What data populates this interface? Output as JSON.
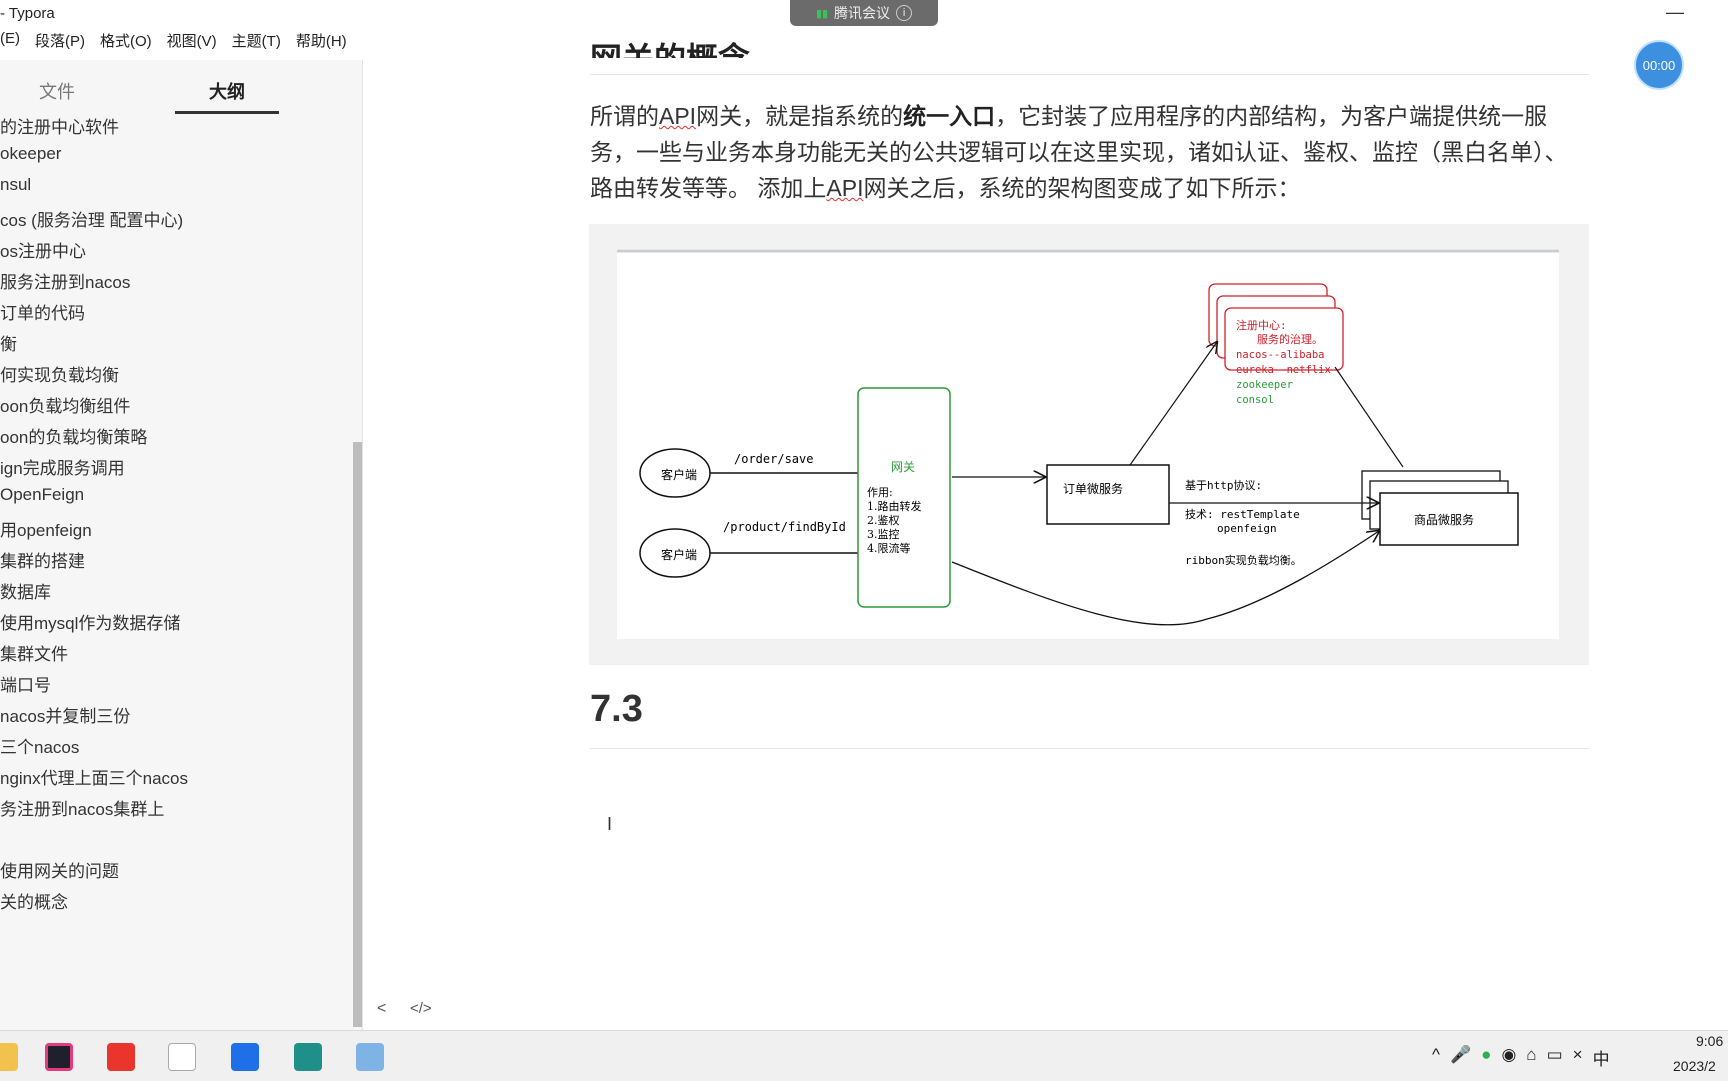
{
  "window": {
    "title": "- Typora"
  },
  "overlay": {
    "meeting_label": "腾讯会议",
    "timer": "00:00"
  },
  "menu": [
    "(E)",
    "段落(P)",
    "格式(O)",
    "视图(V)",
    "主题(T)",
    "帮助(H)"
  ],
  "sidebar": {
    "tabs": {
      "files": "文件",
      "outline": "大纲"
    },
    "outline_items": [
      "的注册中心软件",
      "okeeper",
      "nsul",
      "cos (服务治理 配置中心)",
      "os注册中心",
      "服务注册到nacos",
      "订单的代码",
      "衡",
      "何实现负载均衡",
      "oon负载均衡组件",
      "oon的负载均衡策略",
      "ign完成服务调用",
      "OpenFeign",
      "用openfeign",
      "集群的搭建",
      "数据库",
      "使用mysql作为数据存储",
      "集群文件",
      "端口号",
      "nacos并复制三份",
      "三个nacos",
      "nginx代理上面三个nacos",
      "务注册到nacos集群上",
      "",
      "使用网关的问题",
      "关的概念"
    ]
  },
  "editor": {
    "heading_cut": "网关的概念",
    "paragraph": {
      "p1": "所谓的",
      "p2": "API",
      "p3": "网关，就是指系统的",
      "p4": "统一入口",
      "p5": "，它封装了应用程序的内部结构，为客户端提供统一服 务，一些与业务本身功能无关的公共逻辑可以在这里实现，诸如认证、鉴权、监控（黑白名单）、路由转发等等。 添加上",
      "p6": "API",
      "p7": "网关之后，系统的架构图变成了如下所示："
    },
    "heading_73": "7.3",
    "cursor": "I"
  },
  "diagram": {
    "client1": "客户端",
    "client2": "客户端",
    "path1": "/order/save",
    "path2": "/product/findById",
    "gateway_title": "网关",
    "gateway_role": "作用:",
    "gateway_items": [
      "1.路由转发",
      "2.鉴权",
      "3.监控",
      "4.限流等"
    ],
    "order_service": "订单微服务",
    "product_service": "商品微服务",
    "protocol": "基于http协议:",
    "tech1": "技术: restTemplate",
    "tech2": "openfeign",
    "ribbon": "ribbon实现负载均衡。",
    "registry_title": "注册中心:",
    "registry_sub": "服务的治理。",
    "registry_lines": [
      "nacos--alibaba",
      "eureka--netflix",
      "zookeeper",
      "consol"
    ],
    "colors": {
      "gateway": "#2e9b3a",
      "registry": "#d0202a",
      "registry_green": "#2e9b3a"
    }
  },
  "nav": {
    "back": "<",
    "source": "</>"
  },
  "taskbar": {
    "icons": [
      "folder-icon",
      "jetbrains-icon",
      "wps-icon",
      "typora-icon",
      "tencent-meeting-icon",
      "intellij-icon",
      "paint-icon"
    ],
    "tray_items": [
      "^",
      "🎤",
      "●",
      "◉",
      "⌂",
      "▭",
      "×",
      "中"
    ],
    "time": "9:06",
    "date": "2023/2"
  }
}
